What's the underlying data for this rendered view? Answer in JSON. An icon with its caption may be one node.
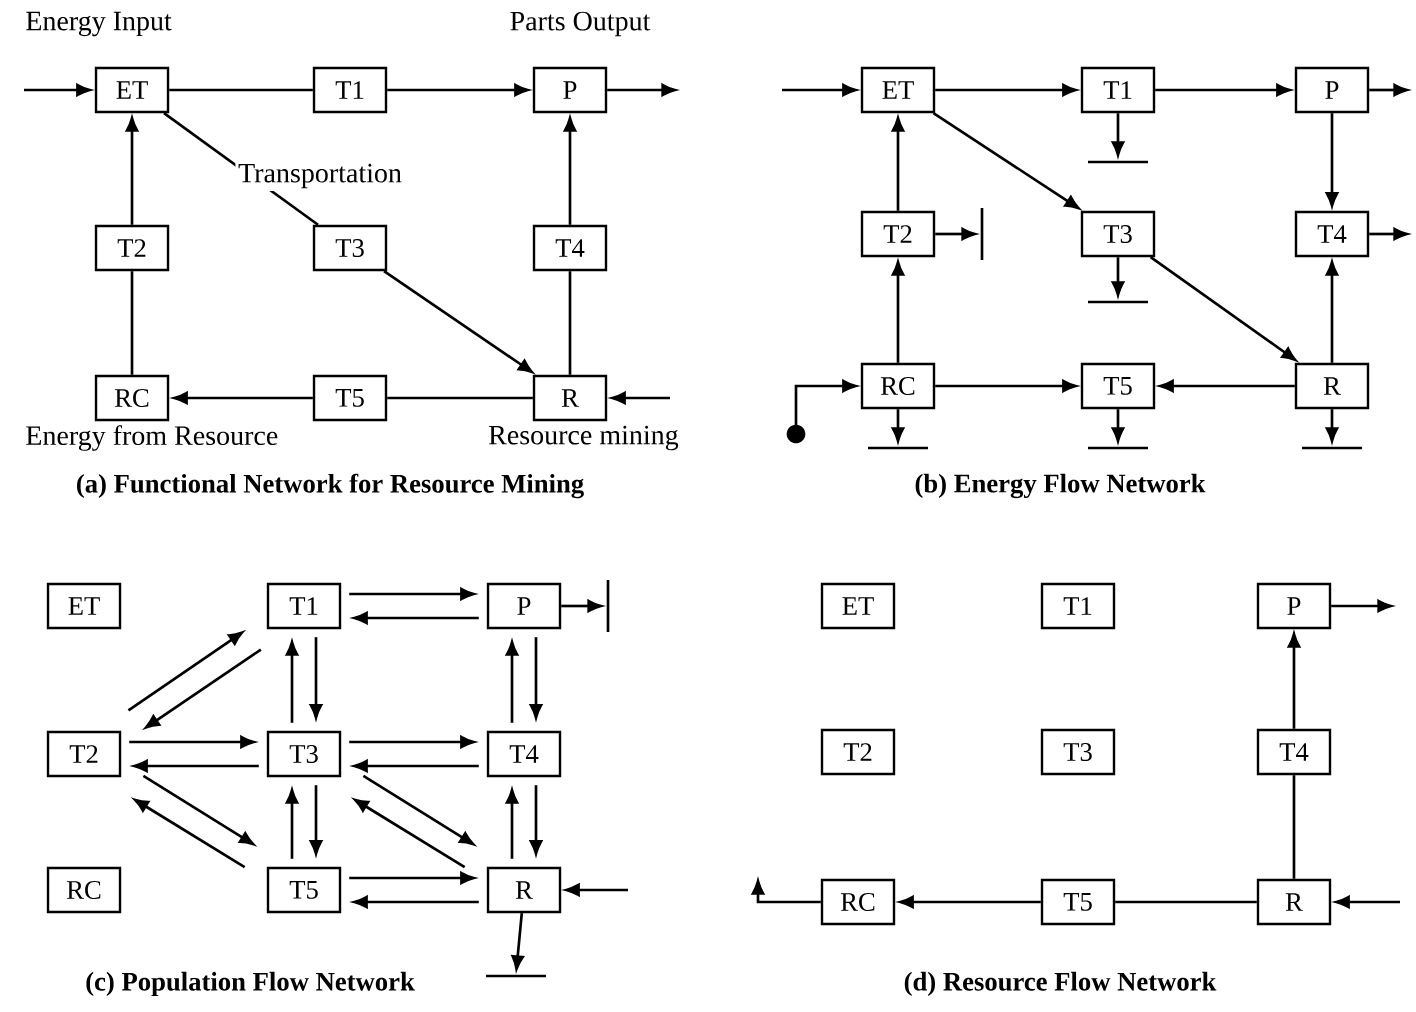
{
  "diagram": {
    "nodes": [
      {
        "text": [
          "ET"
        ],
        "beside": [
          "Energy Input"
        ]
      },
      {
        "text": [
          "T1"
        ]
      },
      {
        "text": [
          "P"
        ],
        "beside": [
          "Parts Output"
        ]
      },
      {
        "text": [
          "T2"
        ]
      },
      {
        "text": [
          "T3"
        ]
      },
      {
        "text": [
          "T4"
        ]
      },
      {
        "text": [
          "RC"
        ],
        "beside": [
          "Energy from Resource"
        ]
      },
      {
        "text": [
          "T5"
        ]
      },
      {
        "text": [
          "R"
        ],
        "beside": [
          "Resource mining"
        ]
      },
      {
        "text": [
          "ET"
        ]
      },
      {
        "text": [
          "T1"
        ]
      },
      {
        "text": [
          "P"
        ]
      },
      {
        "text": [
          "T2"
        ]
      },
      {
        "text": [
          "T3"
        ]
      },
      {
        "text": [
          "T4"
        ]
      },
      {
        "text": [
          "RC"
        ]
      },
      {
        "text": [
          "T5"
        ]
      },
      {
        "text": [
          "R"
        ]
      },
      {
        "text": [
          "ET"
        ]
      },
      {
        "text": [
          "T1"
        ]
      },
      {
        "text": [
          "P"
        ]
      },
      {
        "text": [
          "T2"
        ]
      },
      {
        "text": [
          "T3"
        ]
      },
      {
        "text": [
          "T4"
        ]
      },
      {
        "text": [
          "RC"
        ]
      },
      {
        "text": [
          "T5"
        ]
      },
      {
        "text": [
          "R"
        ]
      },
      {
        "text": [
          "ET"
        ]
      },
      {
        "text": [
          "T1"
        ]
      },
      {
        "text": [
          "P"
        ]
      },
      {
        "text": [
          "T2"
        ]
      },
      {
        "text": [
          "T3"
        ]
      },
      {
        "text": [
          "T4"
        ]
      },
      {
        "text": [
          "RC"
        ]
      },
      {
        "text": [
          "T5"
        ]
      },
      {
        "text": [
          "R"
        ]
      }
    ],
    "edges": [
      {
        "from": null,
        "to": 0,
        "arrow": "to"
      },
      {
        "from": 0,
        "to": 1,
        "arrow": "none"
      },
      {
        "from": 1,
        "to": 2,
        "arrow": "to"
      },
      {
        "from": 2,
        "to": null,
        "arrow": "to"
      },
      {
        "from": 0,
        "to": 4,
        "arrow": "none",
        "label": "Transportation"
      },
      {
        "from": 4,
        "to": 8,
        "arrow": "to"
      },
      {
        "from": 6,
        "to": 3,
        "arrow": "none"
      },
      {
        "from": 3,
        "to": 0,
        "arrow": "to"
      },
      {
        "from": 8,
        "to": 5,
        "arrow": "none"
      },
      {
        "from": 5,
        "to": 2,
        "arrow": "to"
      },
      {
        "from": 8,
        "to": 7,
        "arrow": "none"
      },
      {
        "from": 7,
        "to": 6,
        "arrow": "to"
      },
      {
        "from": null,
        "to": 8,
        "arrow": "to"
      },
      {
        "from": null,
        "to": 9,
        "arrow": "to"
      },
      {
        "from": 9,
        "to": 10,
        "arrow": "to"
      },
      {
        "from": 10,
        "to": 11,
        "arrow": "to"
      },
      {
        "from": 11,
        "to": null,
        "arrow": "to"
      },
      {
        "from": 10,
        "to": null,
        "arrow": "to"
      },
      {
        "from": 9,
        "to": 13,
        "arrow": "to"
      },
      {
        "from": 13,
        "to": null,
        "arrow": "to"
      },
      {
        "from": 13,
        "to": 17,
        "arrow": "to"
      },
      {
        "from": 11,
        "to": 14,
        "arrow": "to"
      },
      {
        "from": 14,
        "to": null,
        "arrow": "to"
      },
      {
        "from": 17,
        "to": 14,
        "arrow": "to"
      },
      {
        "from": 17,
        "to": 16,
        "arrow": "to"
      },
      {
        "from": 15,
        "to": 16,
        "arrow": "to"
      },
      {
        "from": 16,
        "to": null,
        "arrow": "to"
      },
      {
        "from": 15,
        "to": 12,
        "arrow": "to"
      },
      {
        "from": 12,
        "to": 9,
        "arrow": "to"
      },
      {
        "from": 12,
        "to": null,
        "arrow": "to"
      },
      {
        "from": null,
        "to": 15,
        "arrow": "to"
      },
      {
        "from": 15,
        "to": null,
        "arrow": "to"
      },
      {
        "from": 17,
        "to": null,
        "arrow": "to"
      },
      {
        "from": 19,
        "to": 20,
        "arrow": "to"
      },
      {
        "from": 20,
        "to": 19,
        "arrow": "to"
      },
      {
        "from": 20,
        "to": null,
        "arrow": "to"
      },
      {
        "from": 21,
        "to": 19,
        "arrow": "to"
      },
      {
        "from": 19,
        "to": 21,
        "arrow": "to"
      },
      {
        "from": 19,
        "to": 22,
        "arrow": "to"
      },
      {
        "from": 22,
        "to": 19,
        "arrow": "to"
      },
      {
        "from": 20,
        "to": 23,
        "arrow": "to"
      },
      {
        "from": 23,
        "to": 20,
        "arrow": "to"
      },
      {
        "from": 21,
        "to": 22,
        "arrow": "to"
      },
      {
        "from": 22,
        "to": 21,
        "arrow": "to"
      },
      {
        "from": 22,
        "to": 23,
        "arrow": "to"
      },
      {
        "from": 23,
        "to": 22,
        "arrow": "to"
      },
      {
        "from": 22,
        "to": 25,
        "arrow": "to"
      },
      {
        "from": 25,
        "to": 22,
        "arrow": "to"
      },
      {
        "from": 21,
        "to": 25,
        "arrow": "to"
      },
      {
        "from": 25,
        "to": 21,
        "arrow": "to"
      },
      {
        "from": 22,
        "to": 26,
        "arrow": "to"
      },
      {
        "from": 26,
        "to": 22,
        "arrow": "to"
      },
      {
        "from": 23,
        "to": 26,
        "arrow": "to"
      },
      {
        "from": 26,
        "to": 23,
        "arrow": "to"
      },
      {
        "from": 25,
        "to": 26,
        "arrow": "to"
      },
      {
        "from": 26,
        "to": 25,
        "arrow": "to"
      },
      {
        "from": null,
        "to": 26,
        "arrow": "to"
      },
      {
        "from": 26,
        "to": null,
        "arrow": "to"
      },
      {
        "from": 29,
        "to": null,
        "arrow": "to"
      },
      {
        "from": 32,
        "to": 29,
        "arrow": "to"
      },
      {
        "from": 35,
        "to": 32,
        "arrow": "none"
      },
      {
        "from": null,
        "to": 35,
        "arrow": "to"
      },
      {
        "from": 35,
        "to": 34,
        "arrow": "none"
      },
      {
        "from": 34,
        "to": 33,
        "arrow": "to"
      },
      {
        "from": 33,
        "to": null,
        "arrow": "to"
      }
    ],
    "labels": [
      "(a) Functional Network for Resource Mining",
      "(b) Energy Flow Network",
      "(c) Population Flow  Network",
      "(d) Resource Flow Network"
    ]
  }
}
